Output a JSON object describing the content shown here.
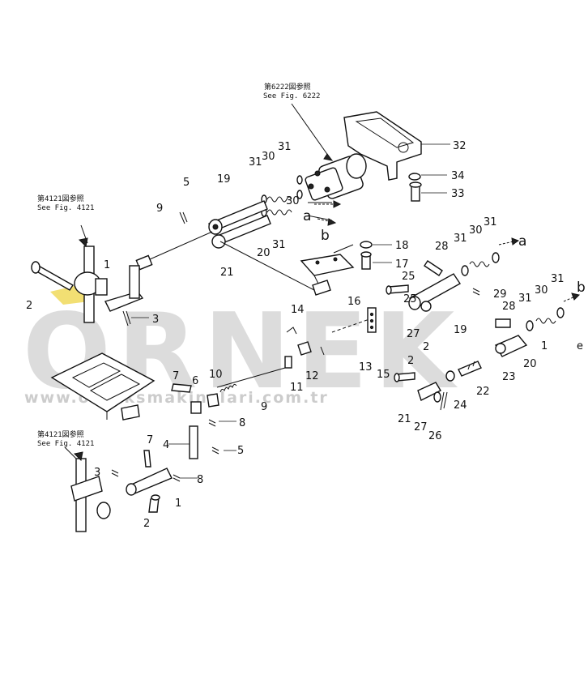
{
  "references": [
    {
      "id": "fig-6222",
      "line1": "第6222図参照",
      "line2": "See Fig. 6222"
    },
    {
      "id": "fig-4121-top",
      "line1": "第4121図参照",
      "line2": "See Fig. 4121"
    },
    {
      "id": "fig-4121-bottom",
      "line1": "第4121図参照",
      "line2": "See Fig. 4121"
    }
  ],
  "watermark": {
    "main": "ORNEK",
    "sub": "www.orneksmakinalari.com.tr",
    "color": "#bfbfbf"
  },
  "flow_arrows": [
    "a",
    "b",
    "a",
    "b"
  ],
  "callouts": [
    "1",
    "2",
    "3",
    "5",
    "9",
    "19",
    "31",
    "30",
    "31",
    "30",
    "31",
    "20",
    "21",
    "32",
    "34",
    "33",
    "18",
    "17",
    "16",
    "25",
    "28",
    "31",
    "30",
    "31",
    "29",
    "14",
    "27",
    "19",
    "28",
    "31",
    "30",
    "31",
    "12",
    "13",
    "15",
    "11",
    "22",
    "23",
    "26",
    "24",
    "27",
    "21",
    "7",
    "6",
    "10",
    "8",
    "9",
    "4",
    "5",
    "7",
    "3",
    "8",
    "1",
    "2",
    "e",
    "2",
    "2",
    "1",
    "20",
    "25"
  ]
}
